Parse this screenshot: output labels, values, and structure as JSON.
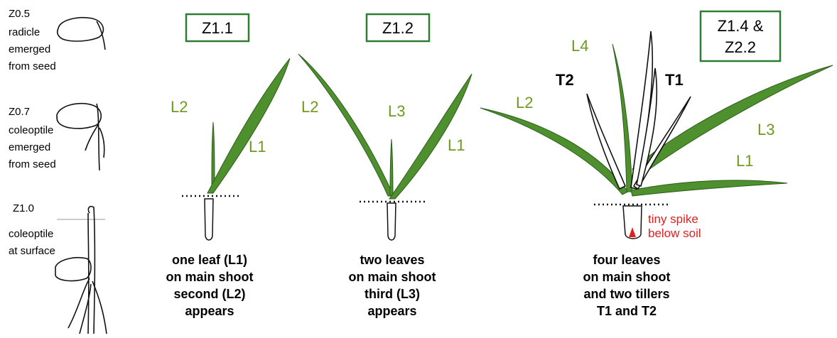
{
  "left_stages": [
    {
      "code": "Z0.5",
      "lines": [
        "radicle",
        "emerged",
        "from seed"
      ]
    },
    {
      "code": "Z0.7",
      "lines": [
        "coleoptile",
        "emerged",
        "from seed"
      ]
    },
    {
      "code": "Z1.0",
      "lines": [
        "coleoptile",
        "at surface"
      ]
    }
  ],
  "stages": [
    {
      "label": "Z1.1",
      "leaves": [
        "L2",
        "L1"
      ],
      "caption": [
        "one leaf (L1)",
        "on main shoot",
        "second (L2)",
        "appears"
      ]
    },
    {
      "label": "Z1.2",
      "leaves": [
        "L2",
        "L3",
        "L1"
      ],
      "caption": [
        "two leaves",
        "on main shoot",
        "third (L3)",
        "appears"
      ]
    },
    {
      "label_lines": [
        "Z1.4 &",
        "Z2.2"
      ],
      "leaves": [
        "L4",
        "L2",
        "L3",
        "L1"
      ],
      "tillers": [
        "T2",
        "T1"
      ],
      "note": [
        "tiny spike",
        "below soil"
      ],
      "caption": [
        "four leaves",
        "on main shoot",
        "and two tillers",
        "T1 and T2"
      ]
    }
  ],
  "colors": {
    "leaf": "#4e8f2e",
    "leaf_label": "#6d9a1e",
    "box_border": "#2e7d32",
    "spike": "#e02020"
  }
}
